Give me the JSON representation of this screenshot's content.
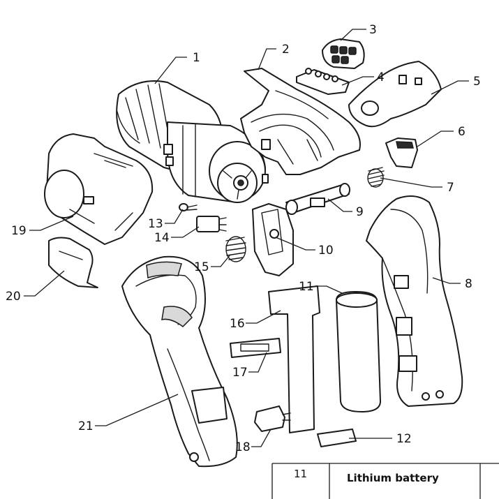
{
  "diagram": {
    "labels": {
      "p1": "1",
      "p2": "2",
      "p3": "3",
      "p4": "4",
      "p5": "5",
      "p6": "6",
      "p7": "7",
      "p8": "8",
      "p9": "9",
      "p10": "10",
      "p11": "11",
      "p12": "12",
      "p13": "13",
      "p14": "14",
      "p15": "15",
      "p16": "16",
      "p17": "17",
      "p18": "18",
      "p19": "19",
      "p20": "20",
      "p21": "21"
    },
    "table": {
      "row_number": "11",
      "row_description": "Lithium battery"
    }
  }
}
